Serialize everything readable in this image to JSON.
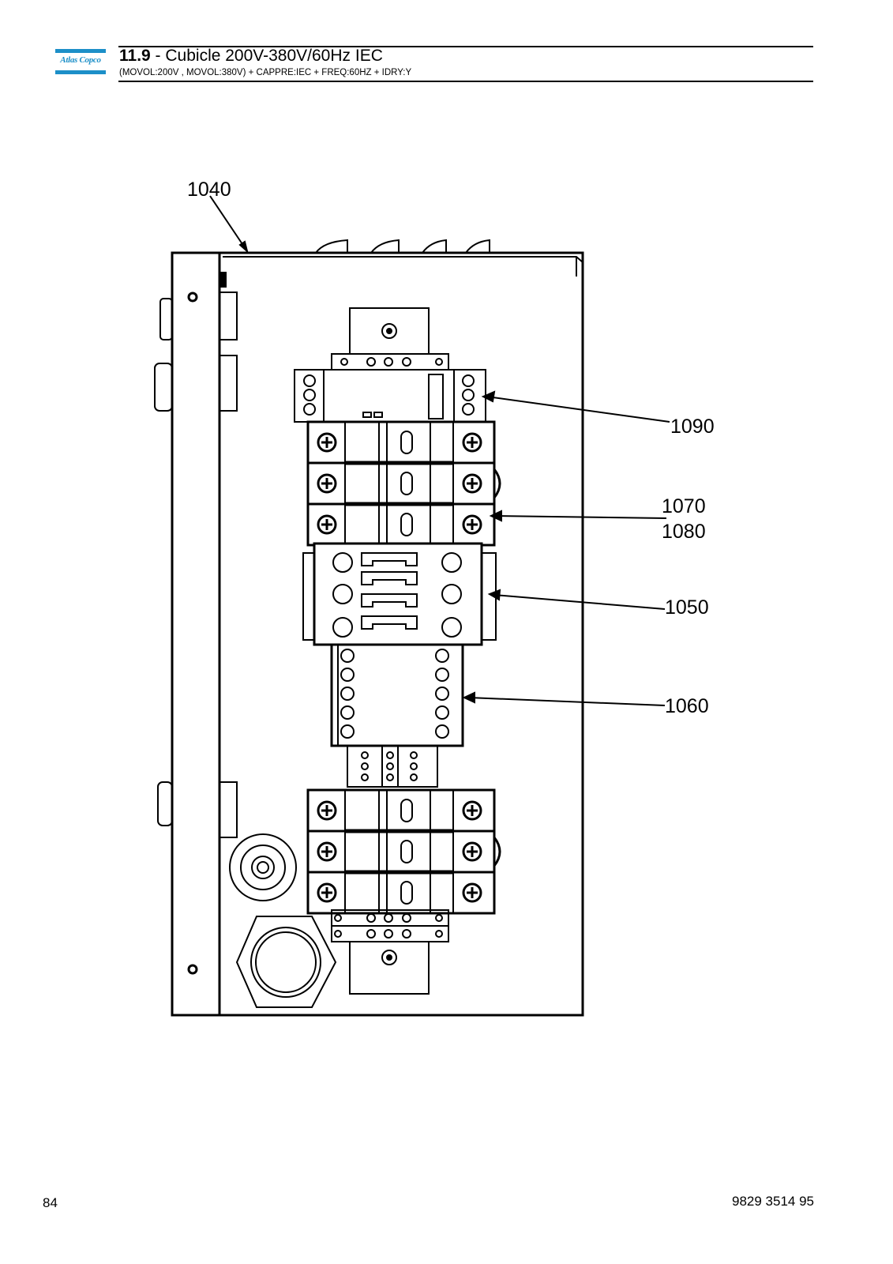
{
  "header": {
    "section_number": "11.9",
    "section_title": " - Cubicle 200V-380V/60Hz IEC",
    "subtitle": "(MOVOL:200V , MOVOL:380V) + CAPPRE:IEC + FREQ:60HZ + IDRY:Y",
    "logo_text": "Atlas Copco"
  },
  "drawing": {
    "callouts": [
      "1040",
      "1090",
      "1070",
      "1080",
      "1050",
      "1060"
    ]
  },
  "footer": {
    "page_number": "84",
    "document_number": "9829 3514 95"
  },
  "colors": {
    "brand": "#1c8fc8",
    "line": "#000000"
  }
}
